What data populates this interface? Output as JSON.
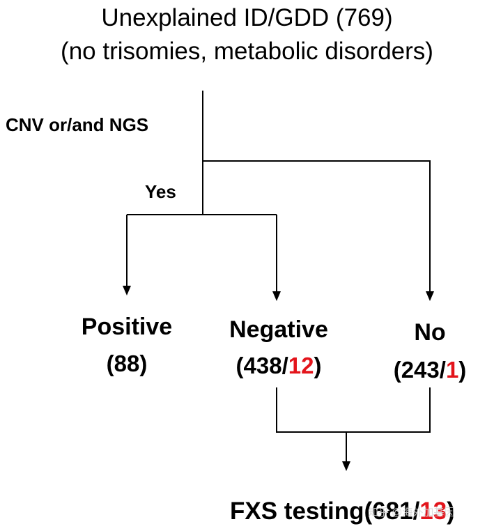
{
  "title": {
    "line1": "Unexplained ID/GDD (769)",
    "line2": "(no trisomies, metabolic disorders)"
  },
  "branch_labels": {
    "test": "CNV or/and NGS",
    "yes": "Yes"
  },
  "nodes": {
    "positive": {
      "label": "Positive",
      "open": "(",
      "count": "88",
      "close": ")"
    },
    "negative": {
      "label": "Negative",
      "open": "(",
      "count": "438/",
      "highlight": "12",
      "close": ")"
    },
    "no": {
      "label": "No",
      "open": "(",
      "count": "243/",
      "highlight": "1",
      "close": ")"
    }
  },
  "final": {
    "label": "FXS testing(681/",
    "highlight": "13",
    "close": ")"
  },
  "watermark": "知乎 @海外加基因",
  "colors": {
    "text": "#000000",
    "highlight": "#e3141b",
    "lines": "#000000"
  }
}
